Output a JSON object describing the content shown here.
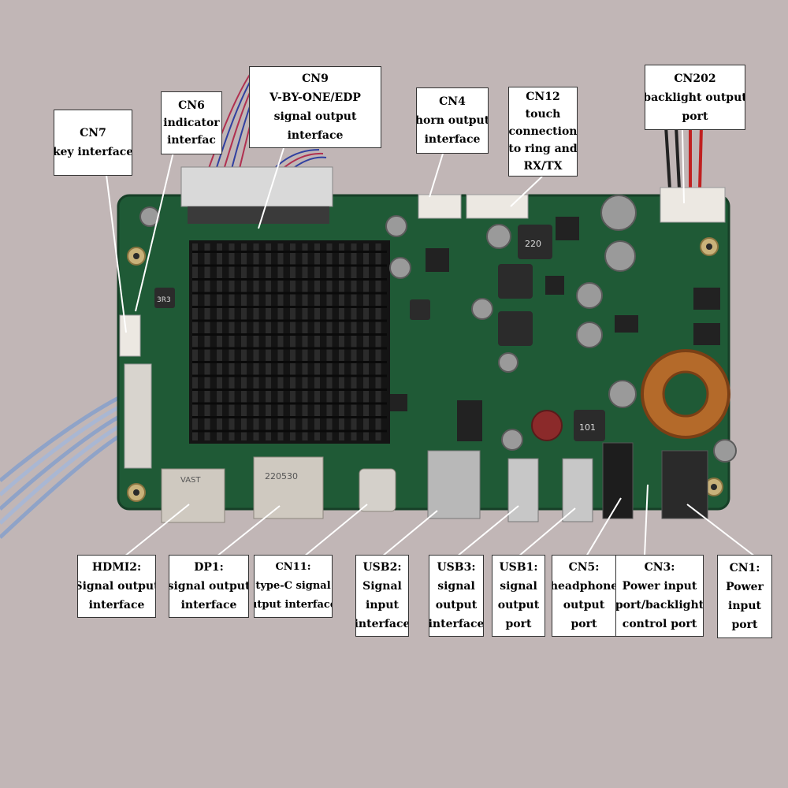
{
  "colors": {
    "background": "#c1b6b6",
    "board": "#1f5a36",
    "heatsink": "#141414",
    "label_bg": "#ffffff",
    "leader": "#ffffff"
  },
  "board_markings": {
    "hdmi_text": "VAST",
    "dp_text": "220530",
    "inductor_220": "220",
    "inductor_101": "101",
    "inductor_3r3": "3R3"
  },
  "labels": {
    "cn7": {
      "lines": [
        "CN7",
        "key interface"
      ]
    },
    "cn6": {
      "lines": [
        "CN6",
        "indicator",
        "interfac"
      ]
    },
    "cn9": {
      "lines": [
        "CN9",
        "V-BY-ONE/EDP",
        "signal output",
        "interface"
      ]
    },
    "cn4": {
      "lines": [
        "CN4",
        "horn output",
        "interface"
      ]
    },
    "cn12": {
      "lines": [
        "CN12",
        "touch",
        "connection",
        "to ring and",
        "RX/TX"
      ]
    },
    "cn202": {
      "lines": [
        "CN202",
        "backlight output",
        "port"
      ]
    },
    "hdmi2": {
      "lines": [
        "HDMI2:",
        "Signal output",
        "interface"
      ]
    },
    "dp1": {
      "lines": [
        "DP1:",
        "signal output",
        "interface"
      ]
    },
    "cn11": {
      "lines": [
        "CN11:",
        "type-C signal",
        "utput interface"
      ]
    },
    "usb2": {
      "lines": [
        "USB2:",
        "Signal",
        "input",
        "interface"
      ]
    },
    "usb3": {
      "lines": [
        "USB3:",
        "signal",
        "output",
        "interface"
      ]
    },
    "usb1": {
      "lines": [
        "USB1:",
        "signal",
        "output",
        "port"
      ]
    },
    "cn5": {
      "lines": [
        "CN5:",
        "headphone",
        "output",
        "port"
      ]
    },
    "cn3": {
      "lines": [
        "CN3:",
        "Power input",
        "port/backlight",
        "control port"
      ]
    },
    "cn1": {
      "lines": [
        "CN1:",
        "Power",
        "input",
        "port"
      ]
    }
  }
}
